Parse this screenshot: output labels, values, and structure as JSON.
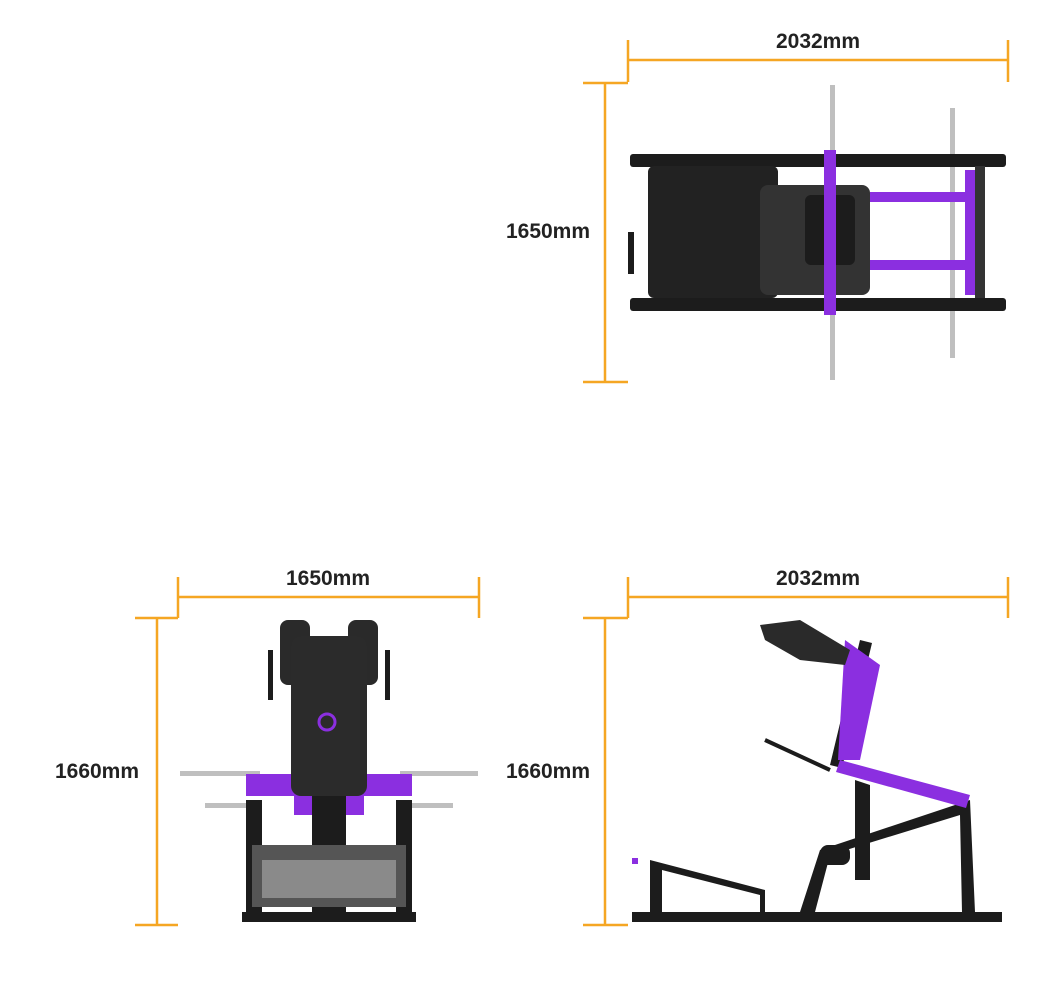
{
  "colors": {
    "dimension_line": "#f5a623",
    "frame": "#1c1c1c",
    "accent": "#8b2fe0",
    "bar": "#bfbfbf"
  },
  "views": {
    "top": {
      "width_label": "2032mm",
      "depth_label": "1650mm"
    },
    "front": {
      "width_label": "1650mm",
      "height_label": "1660mm"
    },
    "side": {
      "length_label": "2032mm",
      "height_label": "1660mm"
    }
  }
}
